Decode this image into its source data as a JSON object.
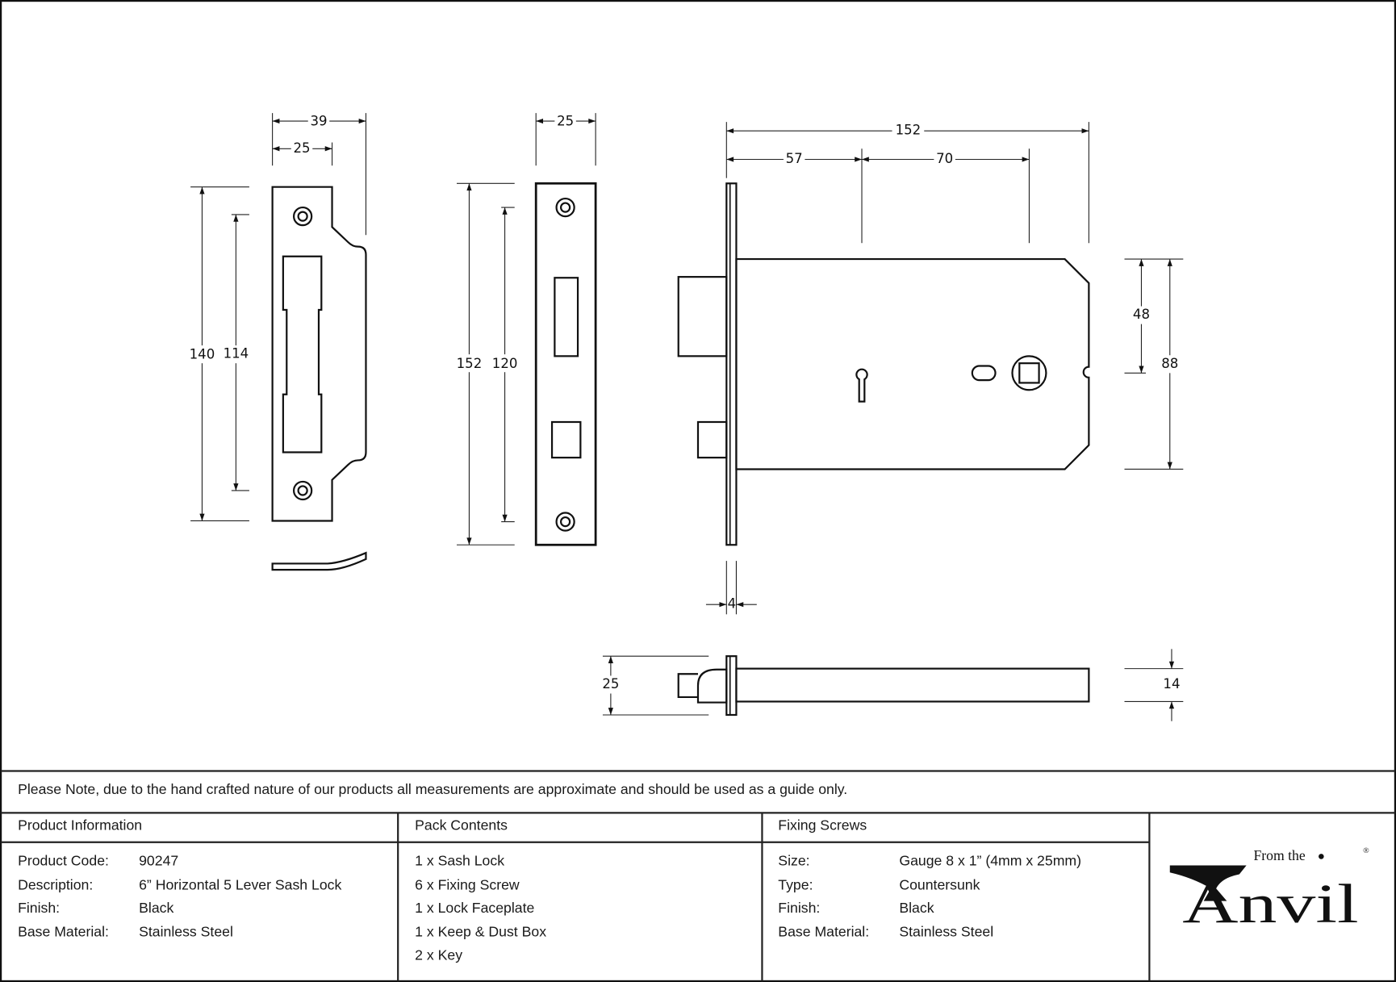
{
  "dimensions": {
    "keep": {
      "width_total": "39",
      "width_plate": "25",
      "height_total": "140",
      "height_screws": "114"
    },
    "faceplate": {
      "width": "25",
      "height_total": "152",
      "height_screws": "120"
    },
    "lock_side": {
      "length": "152",
      "to_keyhole": "57",
      "keyhole_to_follower": "70",
      "follower_offset": "48",
      "case_height": "88",
      "faceplate_thickness": "4"
    },
    "lock_top": {
      "faceplate_width": "25",
      "case_thickness": "14"
    }
  },
  "note": "Please Note, due to the hand crafted nature of our products all measurements are approximate and should be used as a guide only.",
  "product_info": {
    "heading": "Product Information",
    "rows": [
      {
        "label": "Product Code:",
        "value": "90247"
      },
      {
        "label": "Description:",
        "value": "6” Horizontal 5 Lever Sash Lock"
      },
      {
        "label": "Finish:",
        "value": "Black"
      },
      {
        "label": "Base Material:",
        "value": "Stainless Steel"
      }
    ]
  },
  "pack_contents": {
    "heading": "Pack Contents",
    "items": [
      "1 x Sash Lock",
      "6 x Fixing Screw",
      "1 x Lock Faceplate",
      "1 x Keep & Dust Box",
      "2 x Key"
    ]
  },
  "fixing_screws": {
    "heading": "Fixing Screws",
    "rows": [
      {
        "label": "Size:",
        "value": "Gauge 8 x 1” (4mm x 25mm)"
      },
      {
        "label": "Type:",
        "value": "Countersunk"
      },
      {
        "label": "Finish:",
        "value": "Black"
      },
      {
        "label": "Base Material:",
        "value": "Stainless Steel"
      }
    ]
  },
  "logo": {
    "small": "From the",
    "large": "Anvil",
    "mark": "®"
  }
}
